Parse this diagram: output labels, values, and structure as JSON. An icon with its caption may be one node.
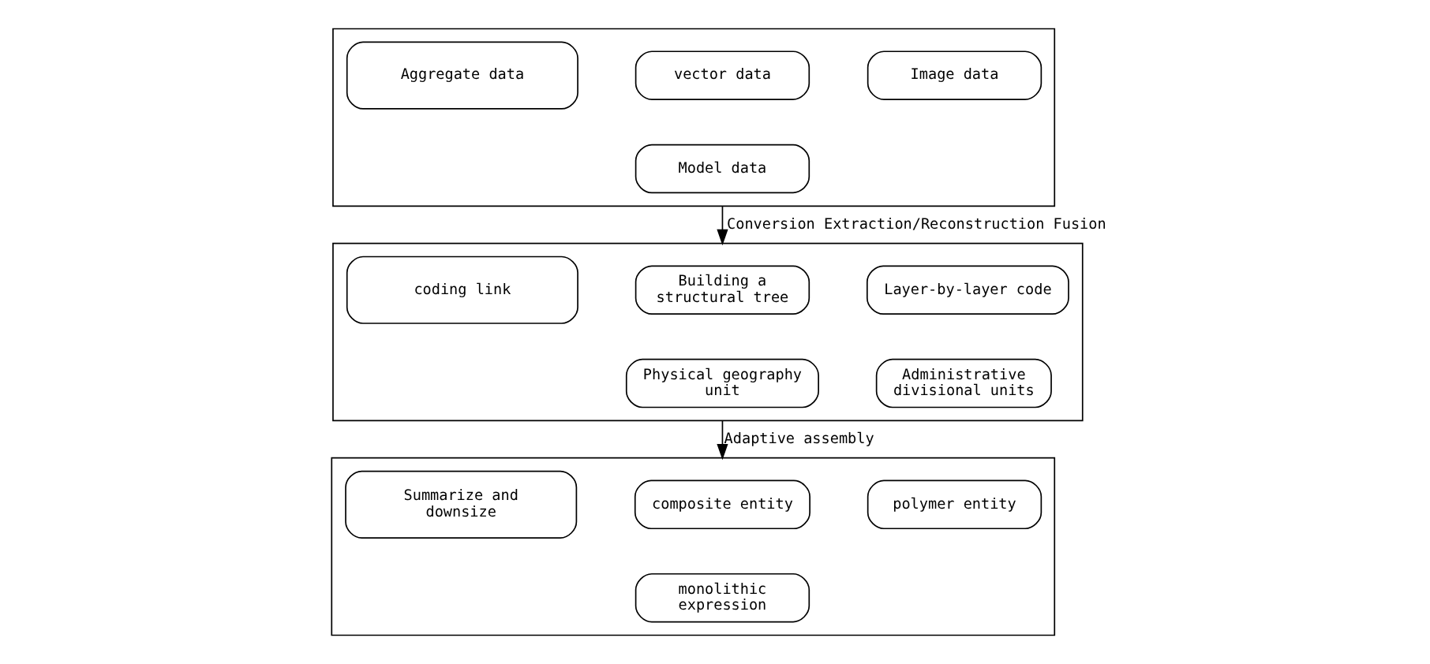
{
  "diagram": {
    "nodes": [
      {
        "text": [],
        "shape": "box"
      },
      {
        "text": [
          "Aggregate data"
        ],
        "in": 0
      },
      {
        "text": [
          "vector data"
        ],
        "in": 0
      },
      {
        "text": [
          "Image data"
        ],
        "in": 0
      },
      {
        "text": [
          "Model data"
        ],
        "in": 0
      },
      {
        "text": [],
        "shape": "box"
      },
      {
        "text": [
          "coding link"
        ],
        "in": 5
      },
      {
        "text": [
          "Building a structural tree"
        ],
        "in": 5
      },
      {
        "text": [
          "Layer-by-layer code"
        ],
        "in": 5
      },
      {
        "text": [
          "Physical geography unit"
        ],
        "in": 5
      },
      {
        "text": [
          "Administrative divisional units"
        ],
        "in": 5
      },
      {
        "text": [],
        "shape": "box"
      },
      {
        "text": [
          "Summarize and downsize"
        ],
        "in": 11
      },
      {
        "text": [
          "composite entity"
        ],
        "in": 11
      },
      {
        "text": [
          "polymer entity"
        ],
        "in": 11
      },
      {
        "text": [
          "monolithic expression"
        ],
        "in": 11
      }
    ],
    "edges": [
      {
        "from": 0,
        "to": 5,
        "arrow": "to",
        "label": "Conversion Extraction/Reconstruction Fusion"
      },
      {
        "from": 5,
        "to": 11,
        "arrow": "to",
        "label": "Adaptive assembly"
      }
    ]
  }
}
